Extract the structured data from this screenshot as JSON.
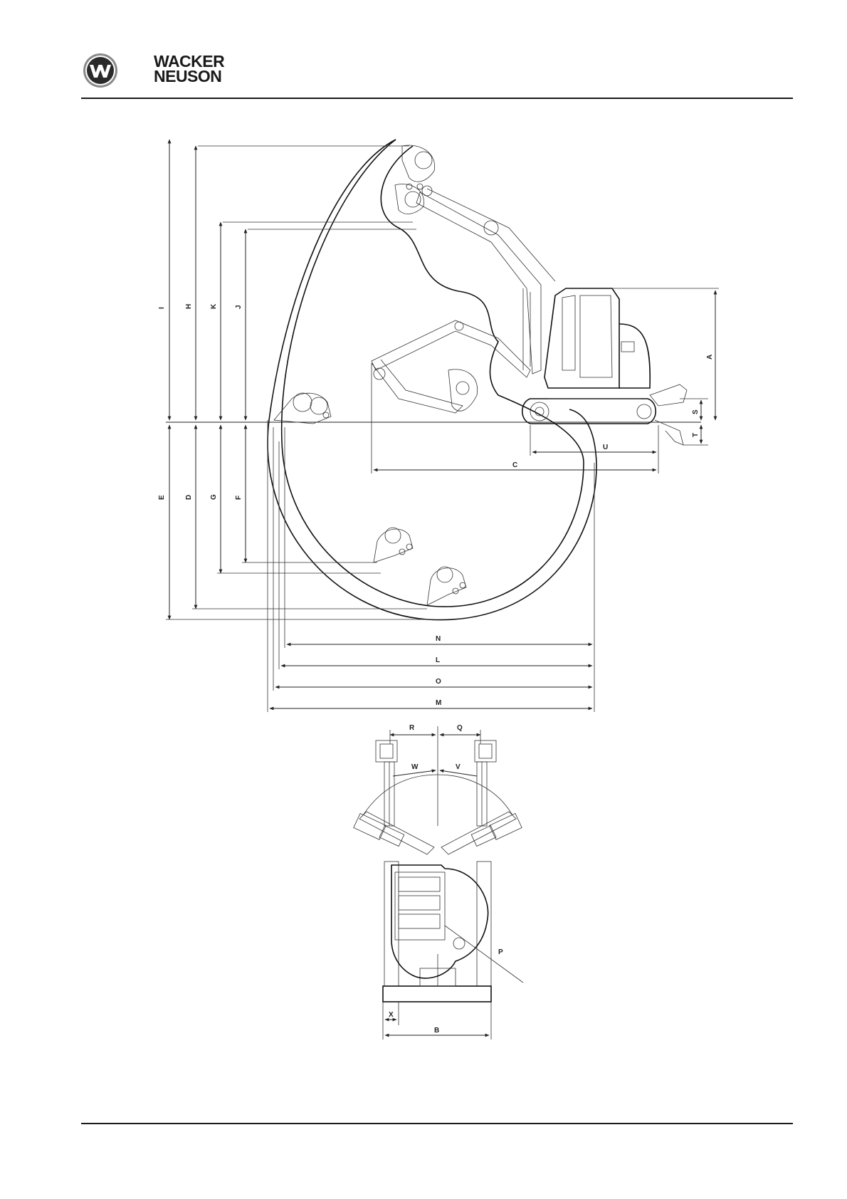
{
  "brand": {
    "line1": "WACKER",
    "line2": "NEUSON",
    "logo_icon": "wacker-neuson-w-logo"
  },
  "drawing": {
    "type": "excavator-dimension-drawing",
    "labels": {
      "I": "I",
      "H": "H",
      "K": "K",
      "J": "J",
      "E": "E",
      "D": "D",
      "G": "G",
      "F": "F",
      "A": "A",
      "S": "S",
      "T": "T",
      "U": "U",
      "C": "C",
      "N": "N",
      "L": "L",
      "O": "O",
      "M": "M",
      "R": "R",
      "Q": "Q",
      "W": "W",
      "V": "V",
      "P": "P",
      "X": "X",
      "B": "B"
    }
  }
}
